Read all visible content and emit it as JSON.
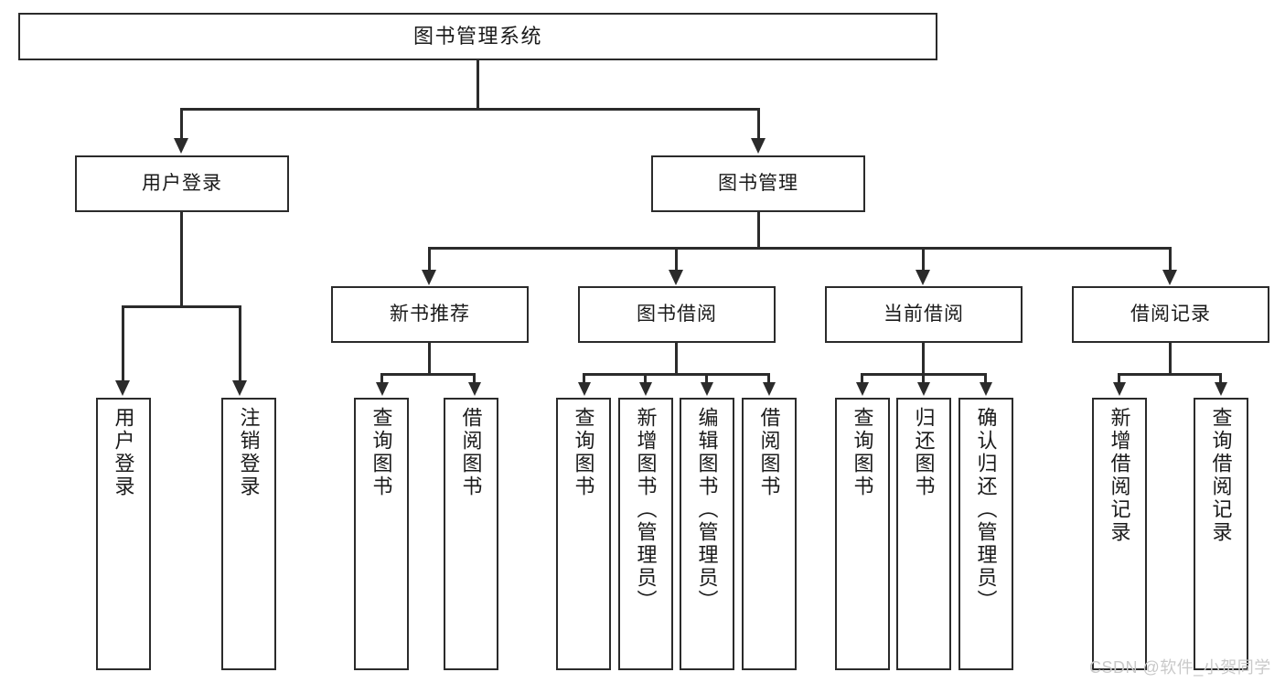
{
  "diagram": {
    "title": "图书管理系统",
    "type": "tree-hierarchy",
    "root": {
      "label": "图书管理系统"
    },
    "level2": [
      {
        "label": "用户登录"
      },
      {
        "label": "图书管理"
      }
    ],
    "level3": [
      {
        "label": "新书推荐"
      },
      {
        "label": "图书借阅"
      },
      {
        "label": "当前借阅"
      },
      {
        "label": "借阅记录"
      }
    ],
    "leaves": {
      "user_login": [
        {
          "label": "用户登录"
        },
        {
          "label": "注销登录"
        }
      ],
      "new_book_recommend": [
        {
          "label": "查询图书"
        },
        {
          "label": "借阅图书"
        }
      ],
      "book_borrow": [
        {
          "label": "查询图书"
        },
        {
          "label": "新增图书（管理员）"
        },
        {
          "label": "编辑图书（管理员）"
        },
        {
          "label": "借阅图书"
        }
      ],
      "current_borrow": [
        {
          "label": "查询图书"
        },
        {
          "label": "归还图书"
        },
        {
          "label": "确认归还（管理员）"
        }
      ],
      "borrow_record": [
        {
          "label": "新增借阅记录"
        },
        {
          "label": "查询借阅记录"
        }
      ]
    }
  },
  "watermark": {
    "text": "CSDN @软件_小贺同学"
  },
  "colors": {
    "stroke": "#2b2b2b",
    "background": "#ffffff",
    "text": "#1a1a1a",
    "watermark": "#c9c9c9"
  }
}
